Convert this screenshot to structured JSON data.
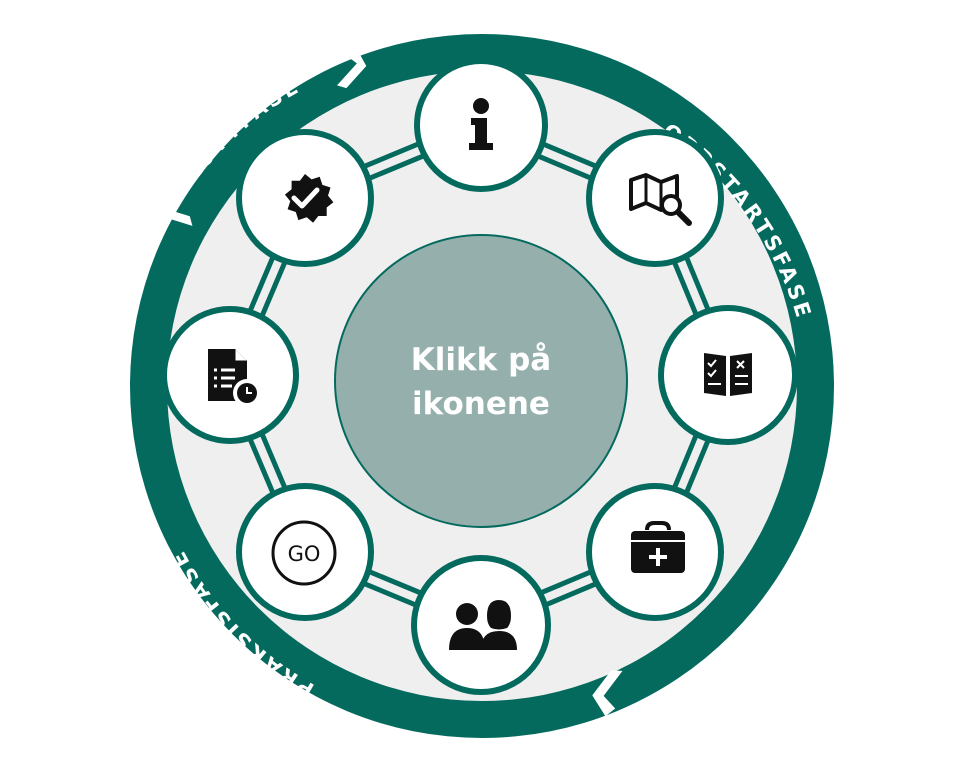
{
  "center": {
    "line1": "Klikk på",
    "line2": "ikonene"
  },
  "phases": [
    {
      "id": "oppstart",
      "label": "OPPSTARTSFASE"
    },
    {
      "id": "praksis",
      "label": "PRAKSISFASE"
    },
    {
      "id": "slutt",
      "label": "SLUTTFASE"
    }
  ],
  "nodes": [
    {
      "icon": "info-icon"
    },
    {
      "icon": "map-search-icon"
    },
    {
      "icon": "checklist-book-icon"
    },
    {
      "icon": "first-aid-kit-icon"
    },
    {
      "icon": "people-icon"
    },
    {
      "icon": "go-icon",
      "text": "GO"
    },
    {
      "icon": "document-clock-icon"
    },
    {
      "icon": "verified-badge-icon"
    }
  ],
  "colors": {
    "ring": "#046a5e",
    "disc": "#efefef",
    "center": "#95b0ac",
    "center_text": "#ffffff",
    "icon": "#111111",
    "node_fill": "#ffffff"
  }
}
